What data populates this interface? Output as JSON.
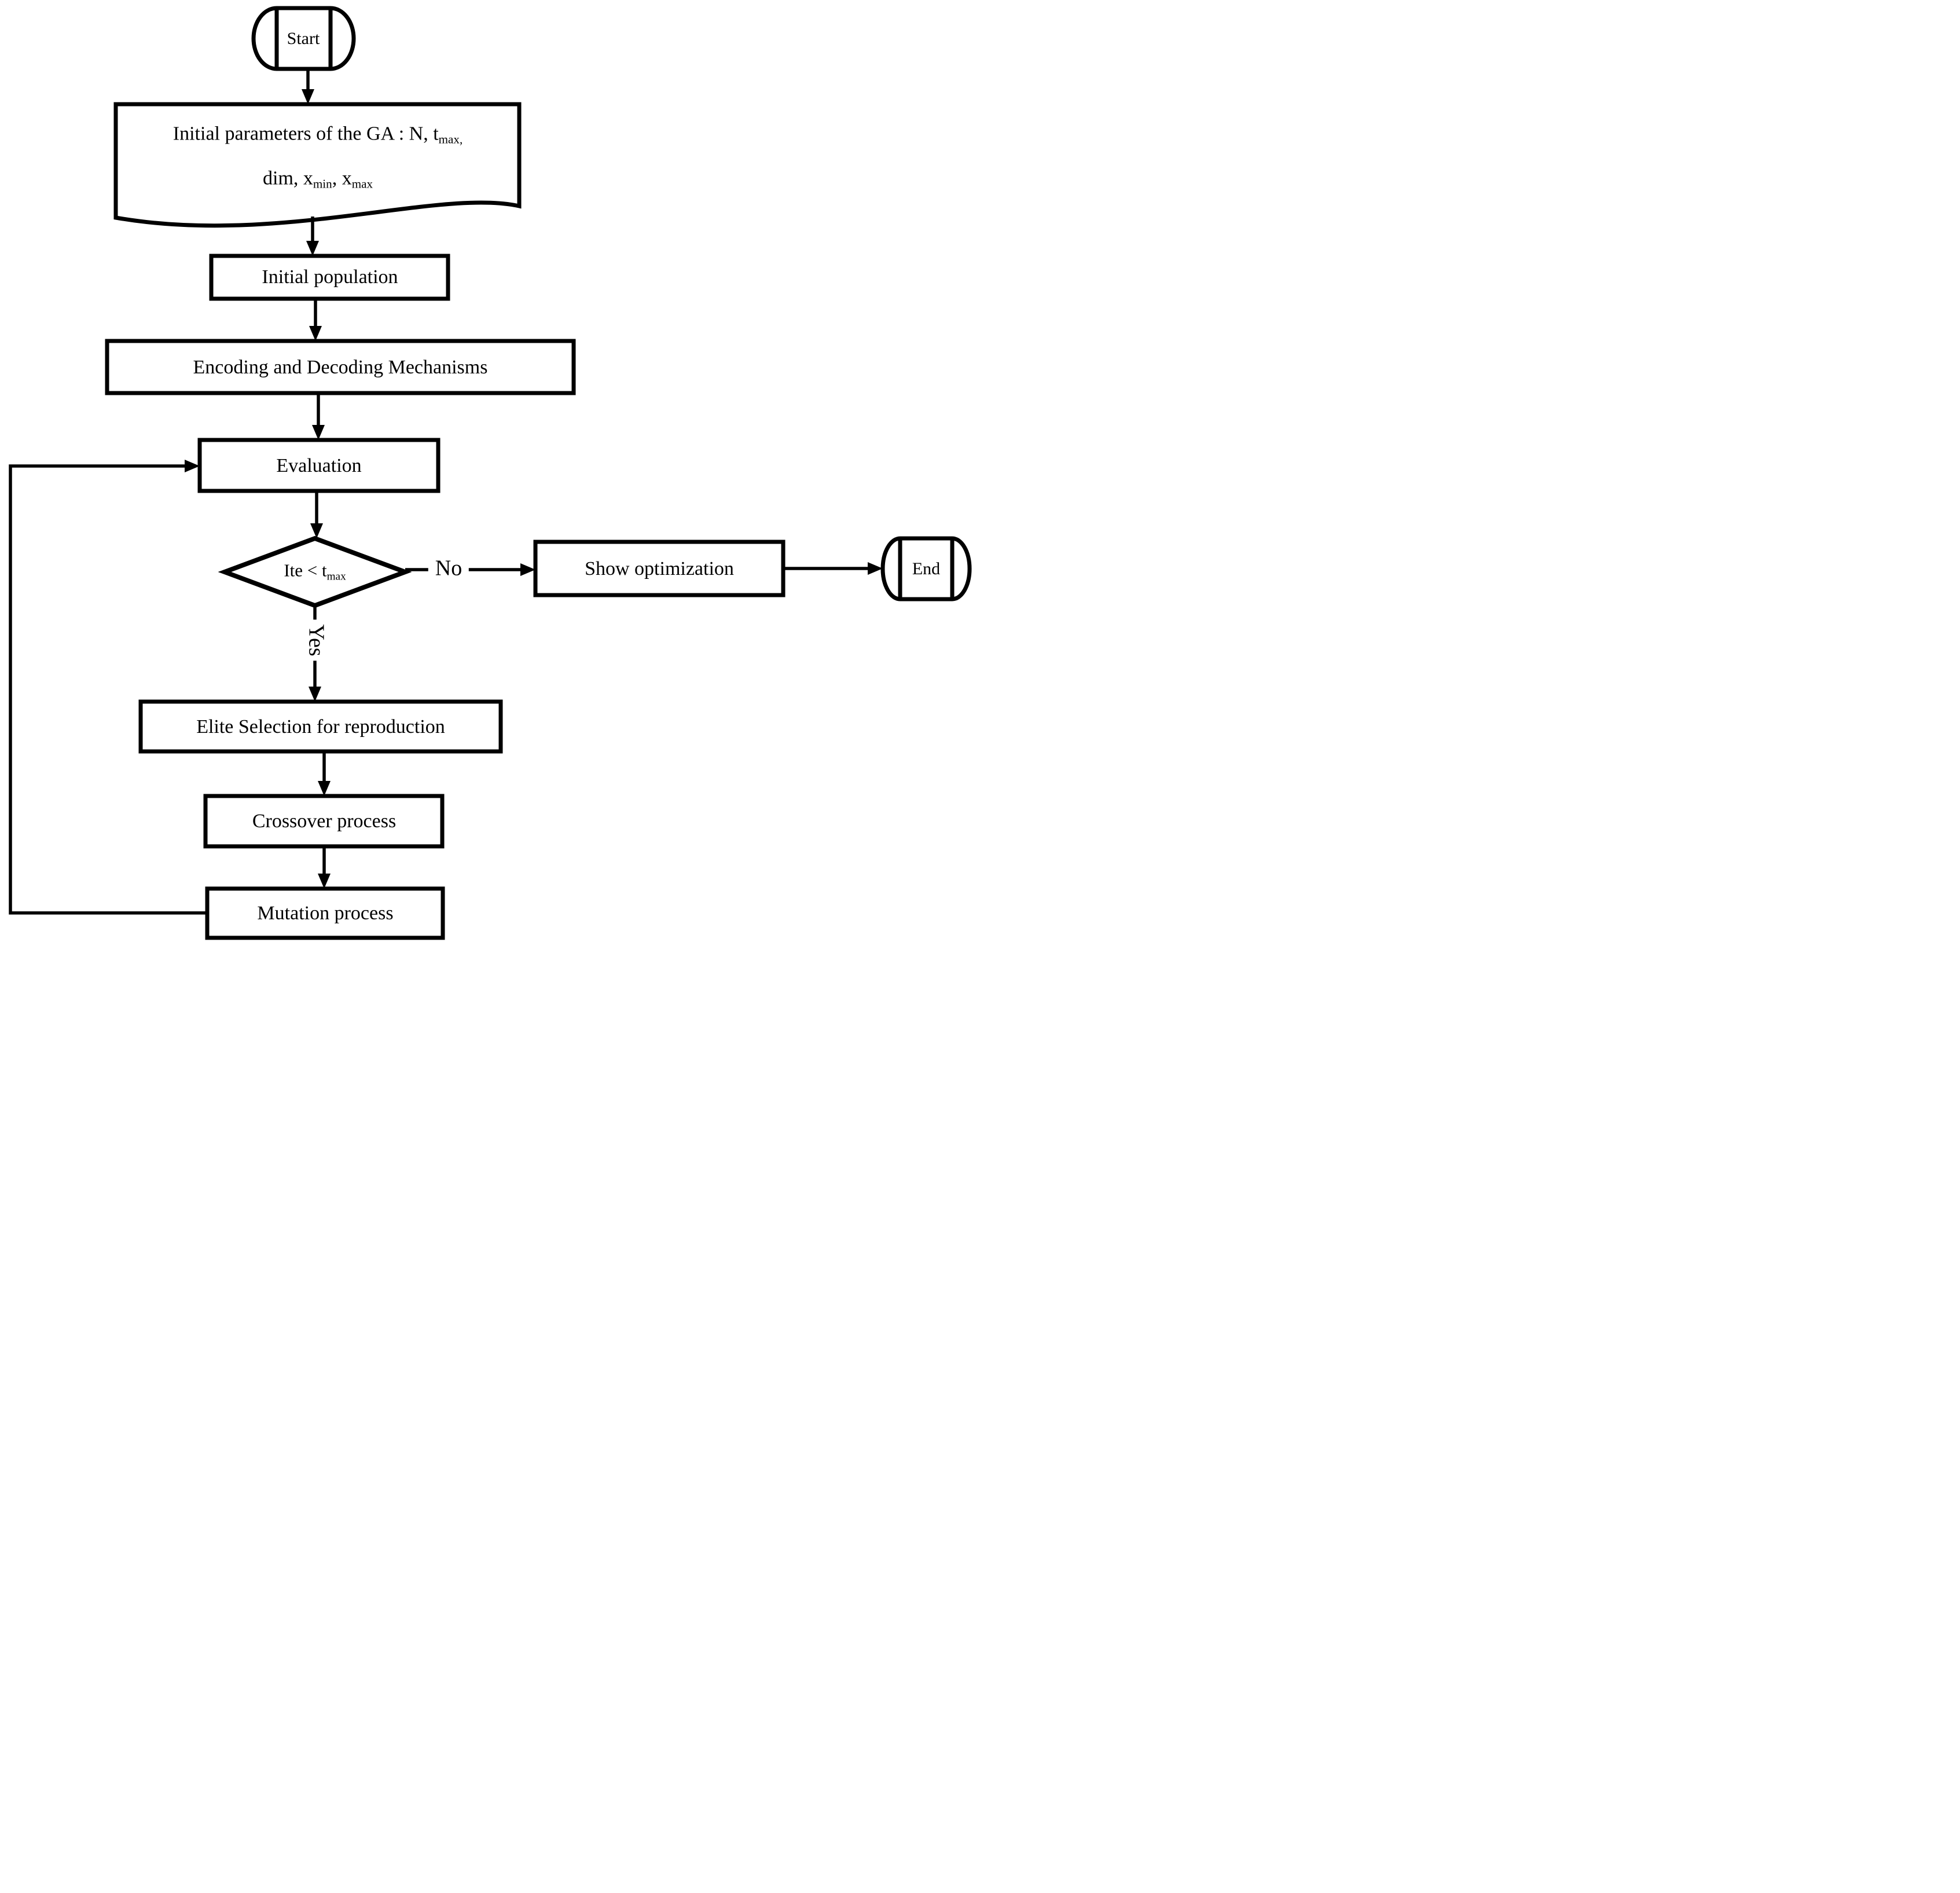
{
  "colors": {
    "ink": "#000000",
    "background": "#ffffff"
  },
  "flowchart": {
    "nodes": {
      "start": {
        "shape": "terminator",
        "label": "Start"
      },
      "init_params": {
        "shape": "document",
        "line1": [
          "Initial parameters of the GA : N, t",
          "max,"
        ],
        "line2": [
          "dim, x",
          "min",
          ", x",
          "max"
        ]
      },
      "initial_population": {
        "shape": "process",
        "label": "Initial population"
      },
      "encoding_decoding": {
        "shape": "process",
        "label": "Encoding and Decoding Mechanisms"
      },
      "evaluation": {
        "shape": "process",
        "label": "Evaluation"
      },
      "iteration_check": {
        "shape": "decision",
        "condition": [
          "Ite < t",
          "max"
        ]
      },
      "show_optimization": {
        "shape": "process",
        "label": "Show optimization"
      },
      "end": {
        "shape": "terminator",
        "label": "End"
      },
      "elite_selection": {
        "shape": "process",
        "label": "Elite Selection for reproduction"
      },
      "crossover": {
        "shape": "process",
        "label": "Crossover process"
      },
      "mutation": {
        "shape": "process",
        "label": "Mutation process"
      }
    },
    "edge_labels": {
      "no": "No",
      "yes": "Yes"
    }
  }
}
